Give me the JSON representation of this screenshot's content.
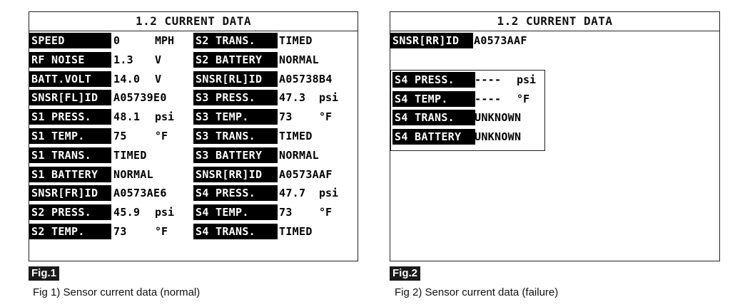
{
  "fig1": {
    "title": "1.2 CURRENT DATA",
    "left": [
      {
        "label": "SPEED",
        "value": "0",
        "unit": "MPH"
      },
      {
        "label": "RF NOISE",
        "value": "1.3",
        "unit": "V"
      },
      {
        "label": "BATT.VOLT",
        "value": "14.0",
        "unit": "V"
      },
      {
        "label": "SNSR[FL]ID",
        "value": "A05739E0",
        "unit": ""
      },
      {
        "label": "S1 PRESS.",
        "value": "48.1",
        "unit": "psi"
      },
      {
        "label": "S1 TEMP.",
        "value": "75",
        "unit": "°F"
      },
      {
        "label": "S1 TRANS.",
        "value": "TIMED",
        "unit": ""
      },
      {
        "label": "S1 BATTERY",
        "value": "NORMAL",
        "unit": ""
      },
      {
        "label": "SNSR[FR]ID",
        "value": "A0573AE6",
        "unit": ""
      },
      {
        "label": "S2 PRESS.",
        "value": "45.9",
        "unit": "psi"
      },
      {
        "label": "S2 TEMP.",
        "value": "73",
        "unit": "°F"
      }
    ],
    "right": [
      {
        "label": "S2 TRANS.",
        "value": "TIMED",
        "unit": ""
      },
      {
        "label": "S2 BATTERY",
        "value": "NORMAL",
        "unit": ""
      },
      {
        "label": "SNSR[RL]ID",
        "value": "A05738B4",
        "unit": ""
      },
      {
        "label": "S3 PRESS.",
        "value": "47.3",
        "unit": "psi"
      },
      {
        "label": "S3 TEMP.",
        "value": "73",
        "unit": "°F"
      },
      {
        "label": "S3 TRANS.",
        "value": "TIMED",
        "unit": ""
      },
      {
        "label": "S3 BATTERY",
        "value": "NORMAL",
        "unit": ""
      },
      {
        "label": "SNSR[RR]ID",
        "value": "A0573AAF",
        "unit": ""
      },
      {
        "label": "S4 PRESS.",
        "value": "47.7",
        "unit": "psi"
      },
      {
        "label": "S4 TEMP.",
        "value": "73",
        "unit": "°F"
      },
      {
        "label": "S4 TRANS.",
        "value": "TIMED",
        "unit": ""
      }
    ],
    "badge": "Fig.1",
    "caption": "Fig 1) Sensor current data (normal)"
  },
  "fig2": {
    "title": "1.2 CURRENT DATA",
    "top": {
      "label": "SNSR[RR]ID",
      "value": "A0573AAF"
    },
    "popup": [
      {
        "label": "S4 PRESS.",
        "value": "----",
        "unit": "psi"
      },
      {
        "label": "S4 TEMP.",
        "value": "----",
        "unit": "°F"
      },
      {
        "label": "S4 TRANS.",
        "value": "UNKNOWN",
        "unit": ""
      },
      {
        "label": "S4 BATTERY",
        "value": "UNKNOWN",
        "unit": ""
      }
    ],
    "badge": "Fig.2",
    "caption": "Fig 2) Sensor current data (failure)"
  }
}
